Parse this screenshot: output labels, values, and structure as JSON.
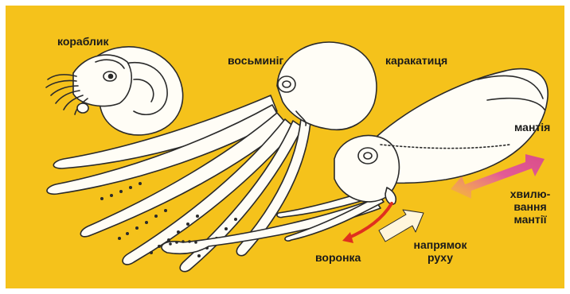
{
  "labels": {
    "nautilus": "кораблик",
    "octopus": "восьминіг",
    "cuttlefish": "каракатиця",
    "mantle": "мантія",
    "mantle_wave": [
      "хвилю-",
      "вання",
      "мантії"
    ],
    "funnel": "воронка",
    "direction": [
      "напрямок",
      "руху"
    ]
  },
  "colors": {
    "background_yellow": "#f5c21b",
    "background_border": "#ffffff",
    "body_fill": "#fffdf6",
    "outline": "#2a2a2a",
    "funnel_arrow": "#e0301e",
    "movement_arrow": "#fff6dc",
    "mantle_wave_arrow": "#d9459a"
  }
}
